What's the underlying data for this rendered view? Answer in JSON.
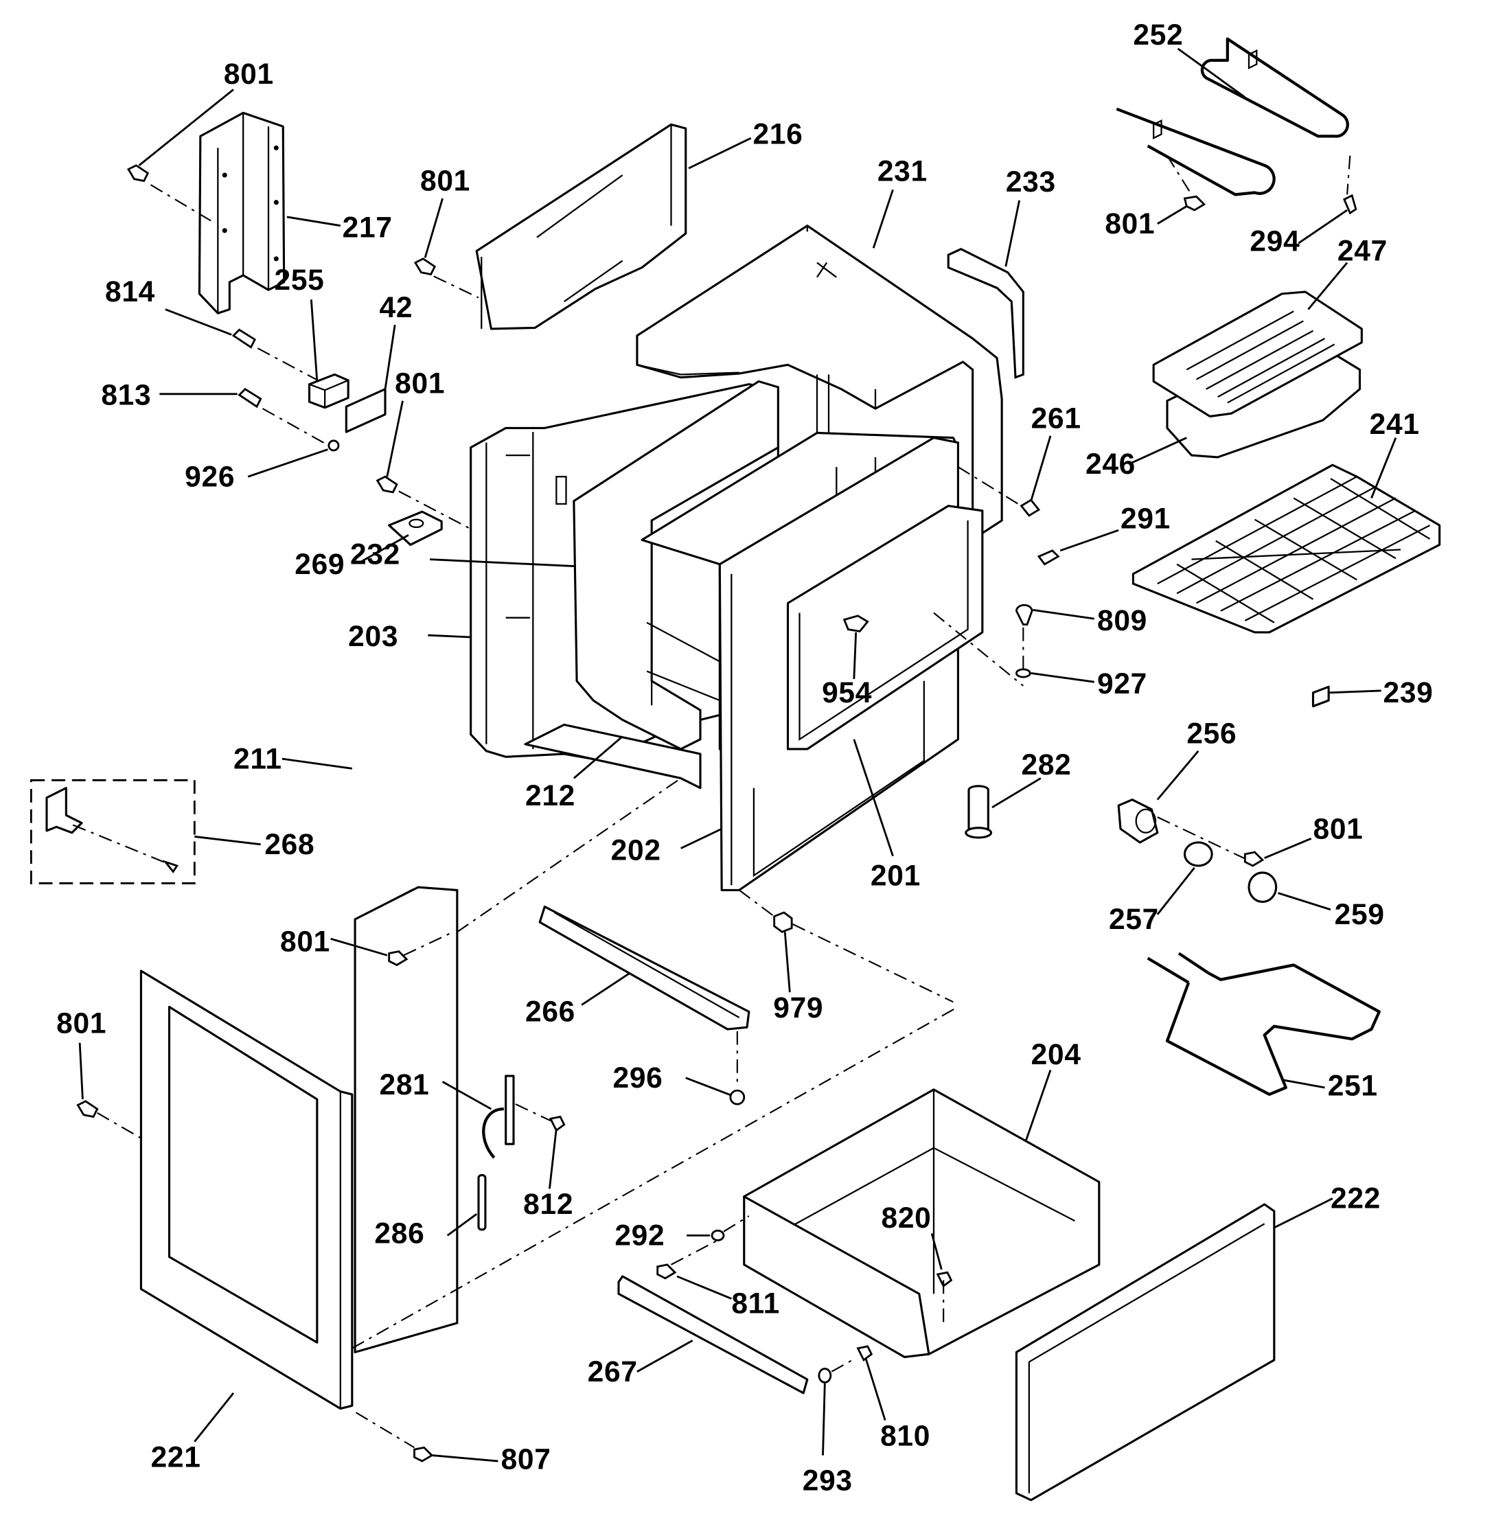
{
  "diagram": {
    "title": "Range body, oven cavity, door and drawer exploded parts view",
    "style": "black line-art exploded assembly",
    "colors": {
      "ink": "#000000",
      "paper": "#ffffff"
    },
    "parts": {
      "p801a": "801",
      "p217": "217",
      "p216": "216",
      "p801b": "801",
      "p231": "231",
      "p233": "233",
      "p252": "252",
      "p801c": "801",
      "p294": "294",
      "p247": "247",
      "p814": "814",
      "p255": "255",
      "p42": "42",
      "p813": "813",
      "p801d": "801",
      "p926": "926",
      "p261": "261",
      "p246": "246",
      "p241": "241",
      "p291": "291",
      "p269": "269",
      "p232": "232",
      "p809": "809",
      "p203": "203",
      "p954": "954",
      "p927": "927",
      "p239": "239",
      "p211": "211",
      "p256": "256",
      "p212": "212",
      "p282": "282",
      "p268": "268",
      "p801e": "801",
      "p202": "202",
      "p201": "201",
      "p257": "257",
      "p259": "259",
      "p801f": "801",
      "p979": "979",
      "p266": "266",
      "p801g": "801",
      "p204": "204",
      "p296": "296",
      "p251": "251",
      "p281": "281",
      "p812": "812",
      "p222": "222",
      "p820": "820",
      "p292": "292",
      "p286": "286",
      "p811": "811",
      "p267": "267",
      "p221": "221",
      "p807": "807",
      "p810": "810",
      "p293": "293"
    }
  }
}
